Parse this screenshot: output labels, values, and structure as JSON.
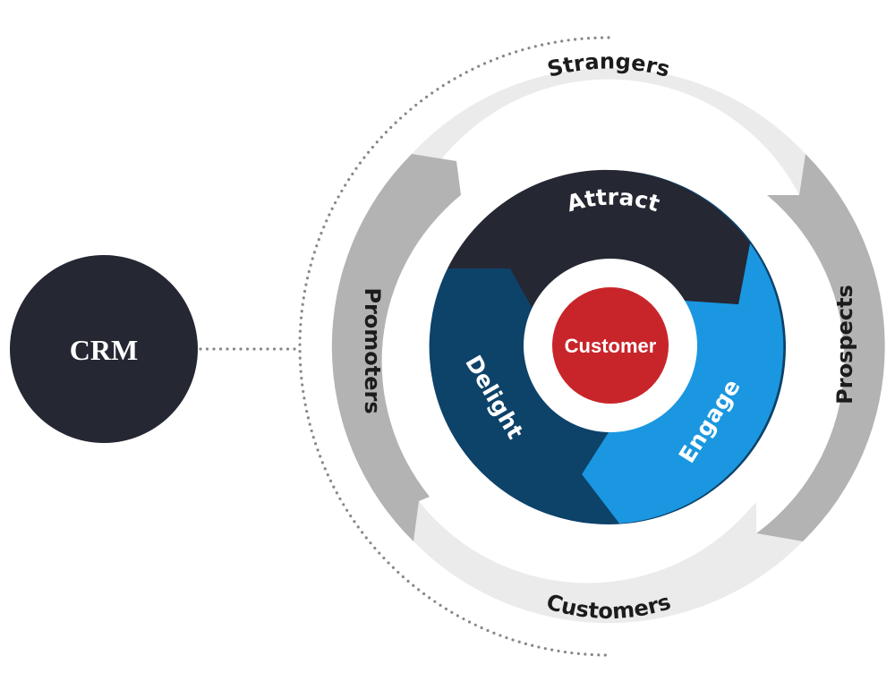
{
  "title": "CRM Customer Flywheel",
  "crm": {
    "label": "CRM",
    "color": "#252733"
  },
  "center": {
    "label": "Customer",
    "color": "#c8252b"
  },
  "inner_stages": [
    {
      "label": "Attract",
      "color": "#252733"
    },
    {
      "label": "Engage",
      "color": "#1a97e0"
    },
    {
      "label": "Delight",
      "color": "#0d4269"
    }
  ],
  "outer_stages": [
    {
      "label": "Strangers",
      "color": "#ebebeb"
    },
    {
      "label": "Prospects",
      "color": "#b3b3b3"
    },
    {
      "label": "Customers",
      "color": "#ebebeb"
    },
    {
      "label": "Promoters",
      "color": "#b3b3b3"
    }
  ],
  "connector_color": "#87878f"
}
